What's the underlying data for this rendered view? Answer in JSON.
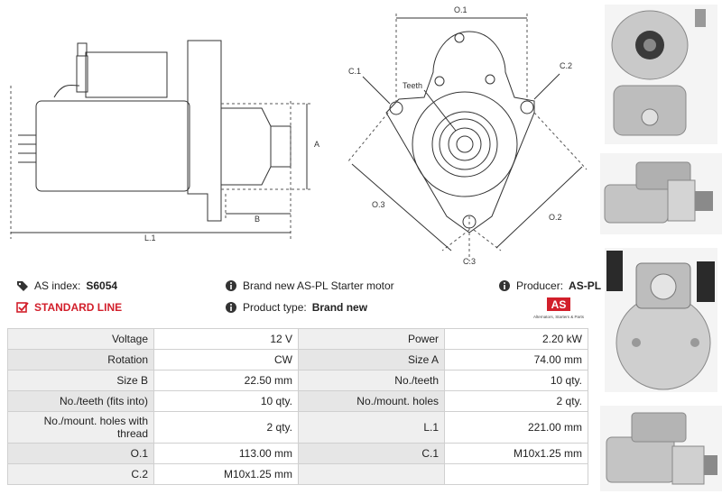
{
  "drawing": {
    "labels": {
      "o1": "O.1",
      "c1": "C.1",
      "c2": "C.2",
      "teeth": "Teeth",
      "o3": "O.3",
      "o2": "O.2",
      "c3": "C.3",
      "a": "A",
      "b": "B",
      "l1": "L.1"
    }
  },
  "info": {
    "as_index_label": "AS index:",
    "as_index_value": "S6054",
    "standard_line": "STANDARD LINE",
    "description": "Brand new AS-PL Starter motor",
    "product_type_label": "Product type:",
    "product_type_value": "Brand new",
    "producer_label": "Producer:",
    "producer_value": "AS-PL",
    "logo_text": "AS",
    "logo_tagline": "Alternators, Starters & Parts"
  },
  "colors": {
    "accent_red": "#d21f2b",
    "icon_dark": "#333333"
  },
  "specs": [
    {
      "l1": "Voltage",
      "v1": "12 V",
      "l2": "Power",
      "v2": "2.20 kW"
    },
    {
      "l1": "Rotation",
      "v1": "CW",
      "l2": "Size A",
      "v2": "74.00 mm"
    },
    {
      "l1": "Size B",
      "v1": "22.50 mm",
      "l2": "No./teeth",
      "v2": "10 qty."
    },
    {
      "l1": "No./teeth (fits into)",
      "v1": "10 qty.",
      "l2": "No./mount. holes",
      "v2": "2 qty."
    },
    {
      "l1": "No./mount. holes with thread",
      "v1": "2 qty.",
      "l2": "L.1",
      "v2": "221.00 mm"
    },
    {
      "l1": "O.1",
      "v1": "113.00 mm",
      "l2": "C.1",
      "v2": "M10x1.25 mm"
    },
    {
      "l1": "C.2",
      "v1": "M10x1.25 mm",
      "l2": "",
      "v2": ""
    }
  ]
}
